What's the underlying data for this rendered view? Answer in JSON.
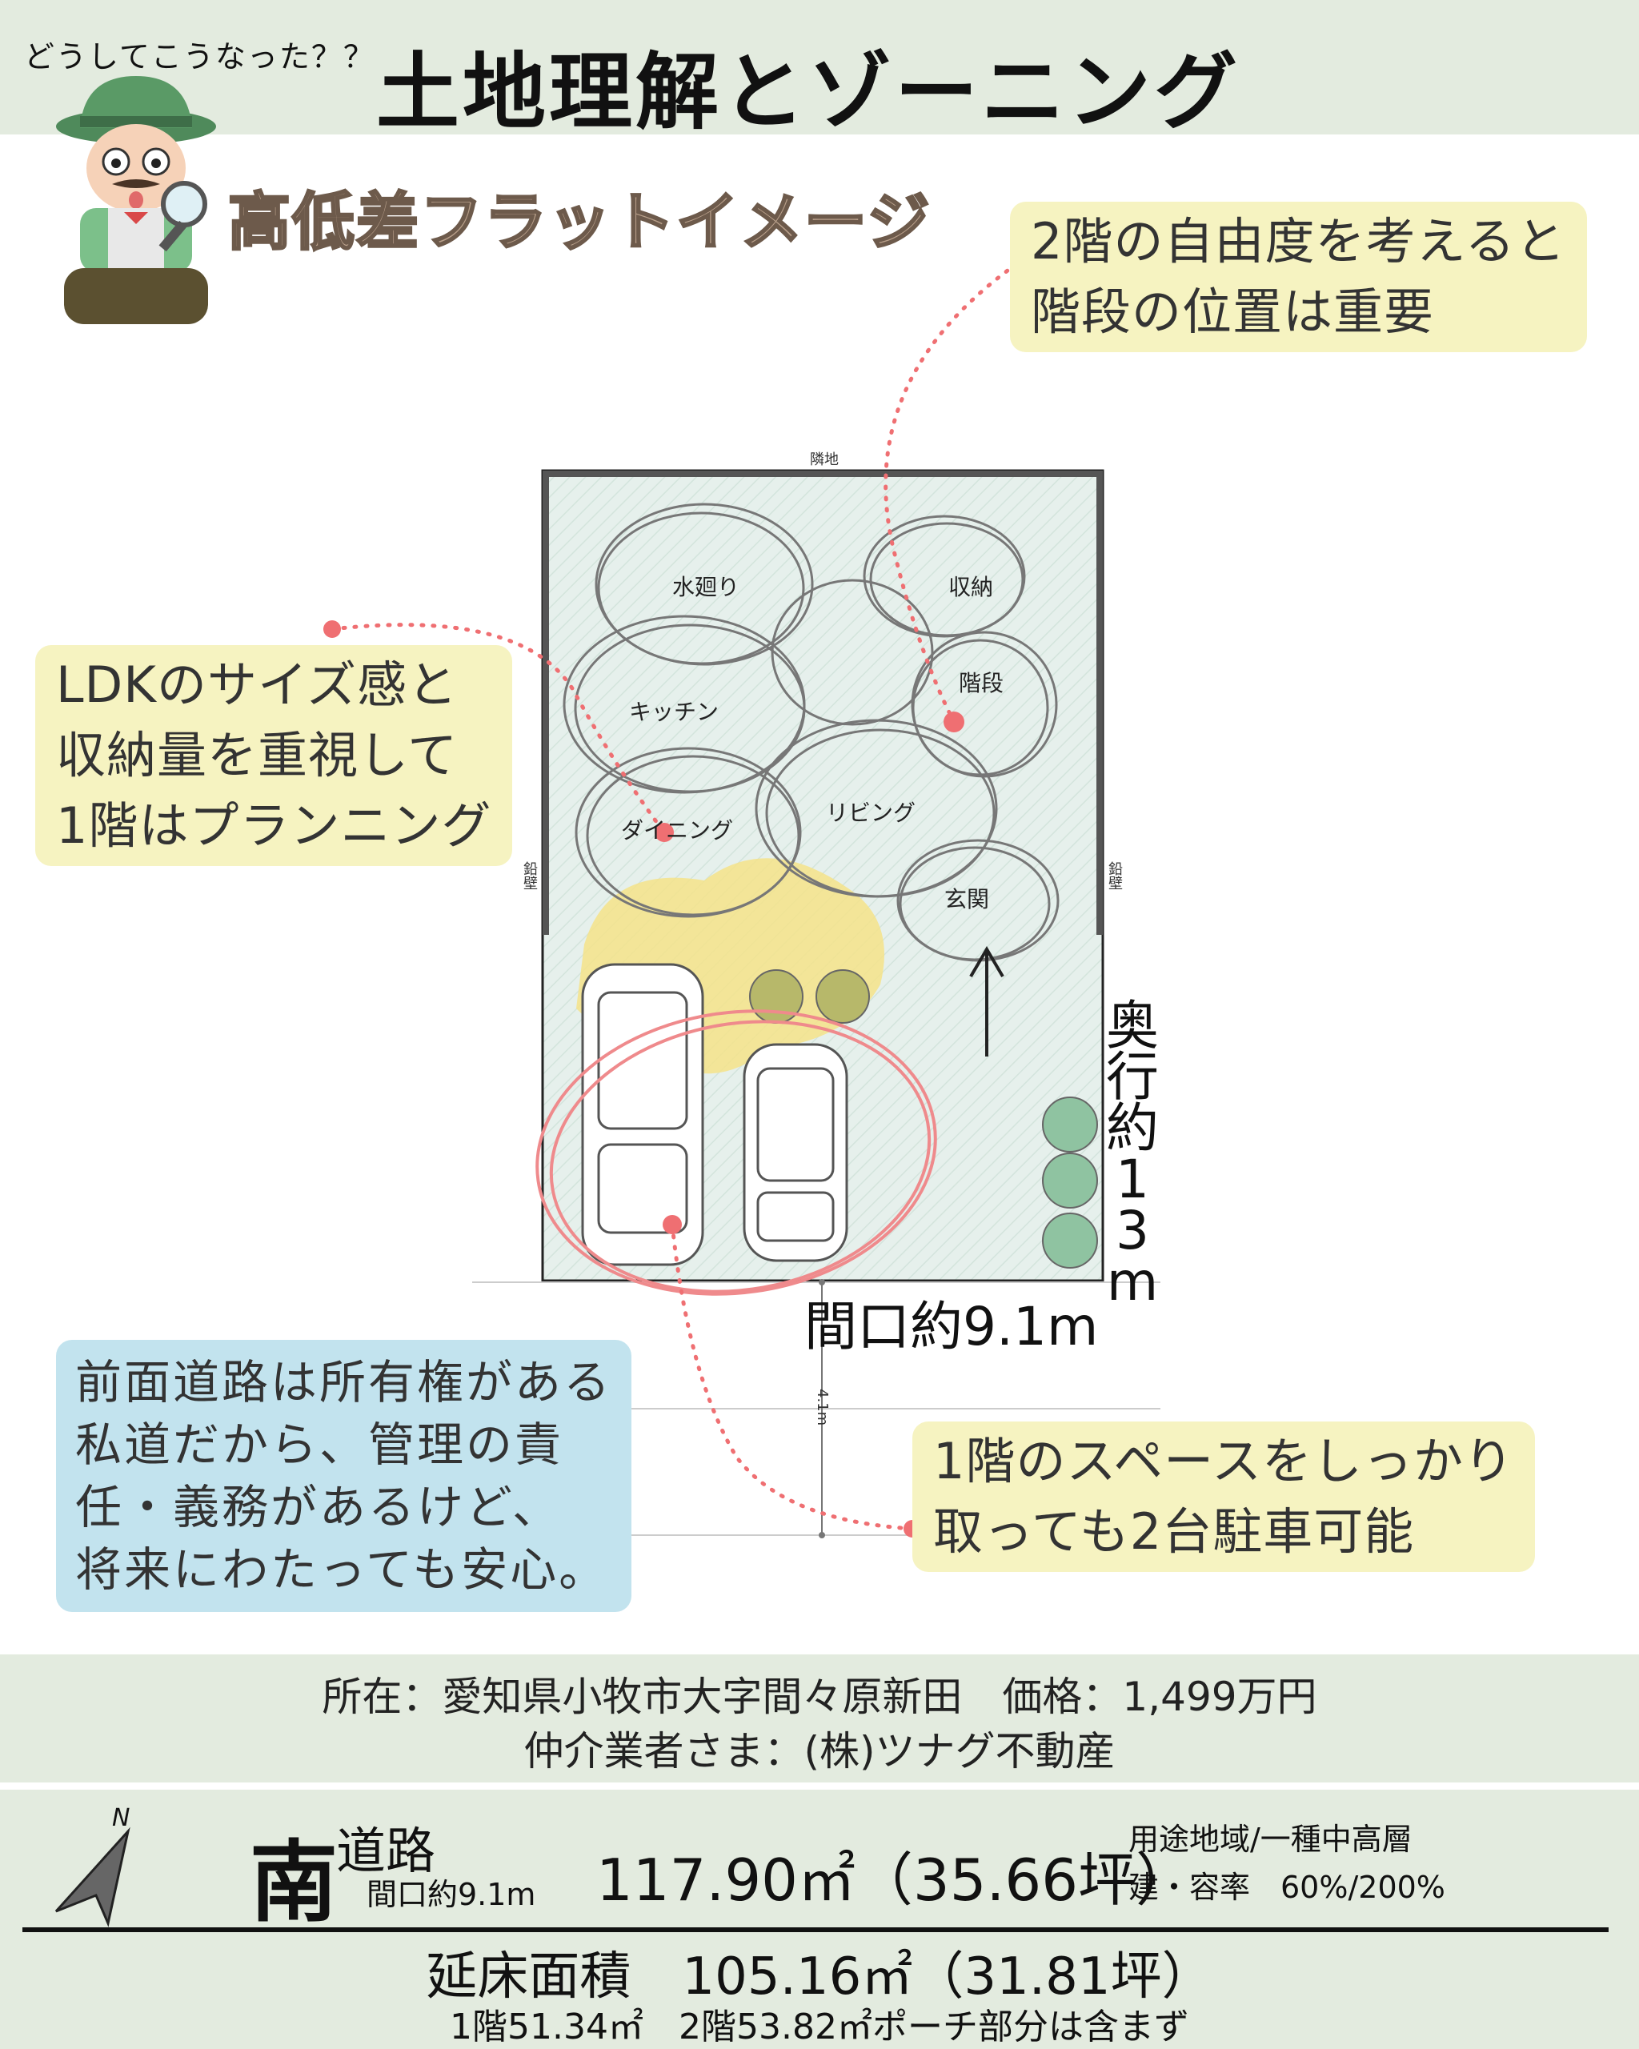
{
  "header": {
    "question": "どうしてこうなった？？",
    "title": "土地理解とゾーニング",
    "subtitle": "高低差フラットイメージ"
  },
  "plan": {
    "top_neighbor": "隣地",
    "left_side": "鉛壁",
    "right_side": "鉛壁",
    "zones": [
      "水廻り",
      "収納",
      "キッチン",
      "階段",
      "ダイニング",
      "リビング",
      "玄関"
    ],
    "depth": "奥行約13m",
    "frontage": "間口約9.1m",
    "road_width": "4.1m",
    "accent_color": "#ef6f72"
  },
  "callouts": {
    "stairs": [
      "2階の自由度を考えると",
      "階段の位置は重要"
    ],
    "ldk": [
      "LDKのサイズ感と",
      "収納量を重視して",
      "1階はプランニング"
    ],
    "road": [
      "前面道路は所有権がある",
      "私道だから、管理の責",
      "任・義務があるけど、",
      "将来にわたっても安心。"
    ],
    "parking": [
      "1階のスペースをしっかり",
      "取っても2台駐車可能"
    ]
  },
  "info": {
    "line1": "所在：愛知県小牧市大字間々原新田　価格：1,499万円",
    "line2": "仲介業者さま：(株)ツナグ不動産"
  },
  "summary": {
    "north_label": "N",
    "direction": "南",
    "road": "道路",
    "frontage": "間口約9.1m",
    "land_area": "117.90㎡（35.66坪）",
    "zoning_use": "用途地域/一種中高層",
    "coverage": "建・容率　60%/200%",
    "floor_area": "延床面積　105.16㎡（31.81坪）",
    "floor_detail": "1階51.34㎡　2階53.82㎡ポーチ部分は含まず"
  }
}
